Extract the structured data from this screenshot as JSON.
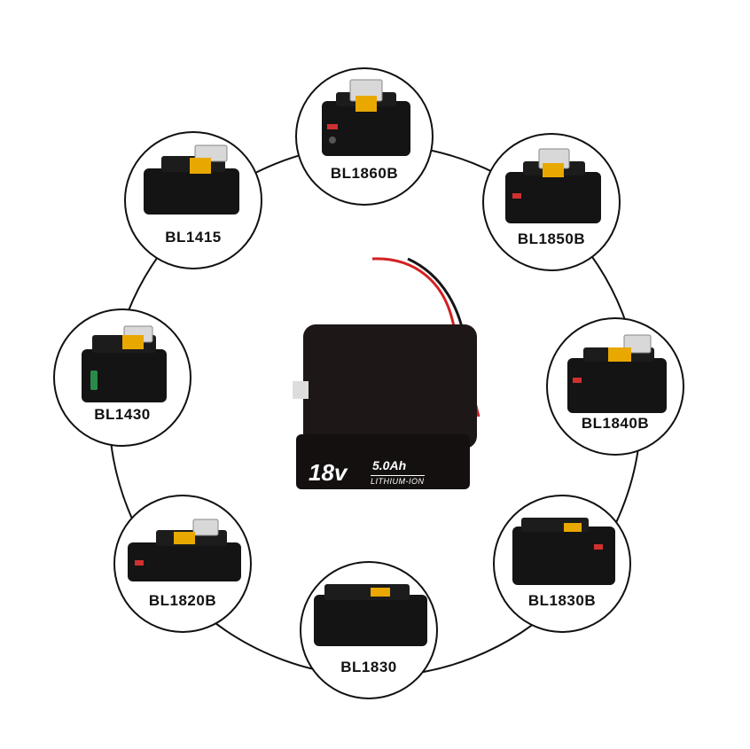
{
  "batteries": [
    {
      "model": "BL1860B"
    },
    {
      "model": "BL1850B"
    },
    {
      "model": "BL1840B"
    },
    {
      "model": "BL1830B"
    },
    {
      "model": "BL1830"
    },
    {
      "model": "BL1820B"
    },
    {
      "model": "BL1430"
    },
    {
      "model": "BL1415"
    }
  ],
  "adapter": {
    "voltage": "18v",
    "capacity": "5.0Ah",
    "chemistry": "LITHIUM-ION"
  },
  "colors": {
    "battery_body": "#141414",
    "latch_yellow": "#e8a800",
    "wire_red": "#d42020",
    "wire_black": "#151515",
    "led_red": "#d03030"
  },
  "icons": {
    "battery": "battery-pack-icon",
    "adapter": "battery-adapter-icon"
  }
}
